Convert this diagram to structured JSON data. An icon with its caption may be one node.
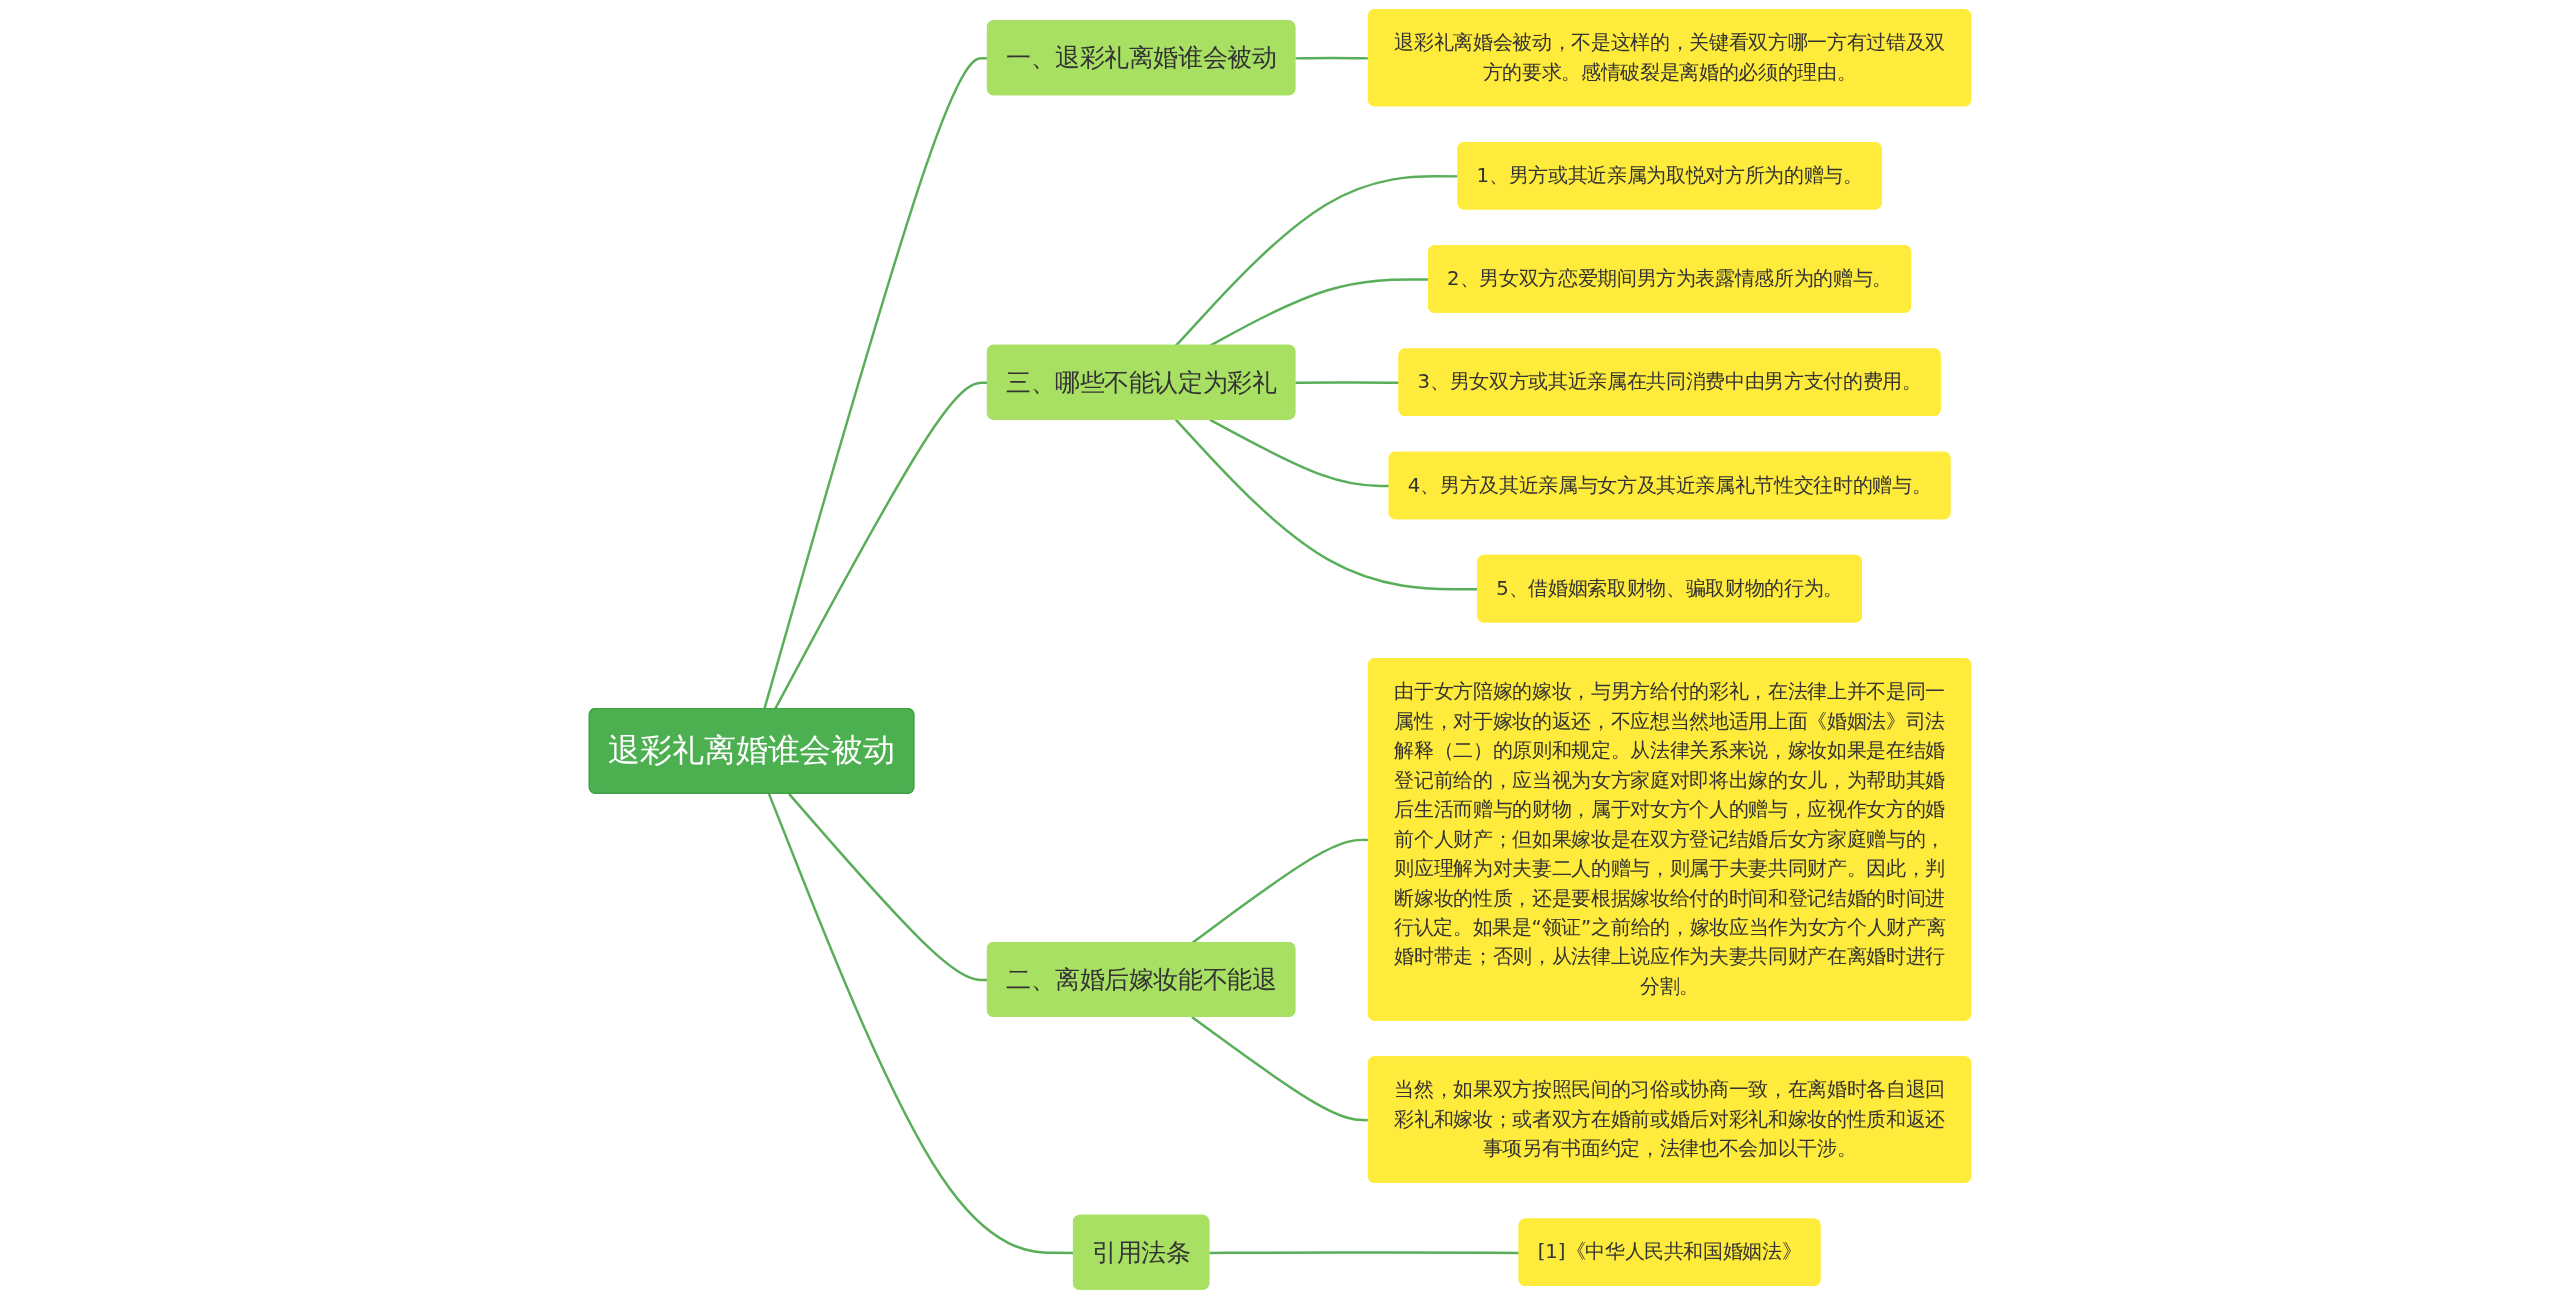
{
  "diagram": {
    "nodes": [
      {
        "text": [
          "退彩礼离婚谁会被动"
        ]
      },
      {
        "text": [
          "一、退彩礼离婚谁会被动"
        ]
      },
      {
        "text": [
          "退彩礼离婚会被动，不是这样的，关键看双方哪一方有过错及双方的要求。感情破裂是离婚的必须的理由。"
        ]
      },
      {
        "text": [
          "三、哪些不能认定为彩礼"
        ]
      },
      {
        "text": [
          "1、男方或其近亲属为取悦对方所为的赠与。"
        ]
      },
      {
        "text": [
          "2、男女双方恋爱期间男方为表露情感所为的赠与。"
        ]
      },
      {
        "text": [
          "3、男女双方或其近亲属在共同消费中由男方支付的费用。"
        ]
      },
      {
        "text": [
          "4、男方及其近亲属与女方及其近亲属礼节性交往时的赠与。"
        ]
      },
      {
        "text": [
          "5、借婚姻索取财物、骗取财物的行为。"
        ]
      },
      {
        "text": [
          "二、离婚后嫁妆能不能退"
        ]
      },
      {
        "text": [
          "由于女方陪嫁的嫁妆，与男方给付的彩礼，在法律上并不是同一属性，对于嫁妆的返还，不应想当然地适用上面《婚姻法》司法解释（二）的原则和规定。从法律关系来说，嫁妆如果是在结婚登记前给的，应当视为女方家庭对即将出嫁的女儿，为帮助其婚后生活而赠与的财物，属于对女方个人的赠与，应视作女方的婚前个人财产；但如果嫁妆是在双方登记结婚后女方家庭赠与的，则应理解为对夫妻二人的赠与，则属于夫妻共同财产。因此，判断嫁妆的性质，还是要根据嫁妆给付的时间和登记结婚的时间进行认定。如果是“领证”之前给的，嫁妆应当作为女方个人财产离婚时带走；否则，从法律上说应作为夫妻共同财产在离婚时进行分割。"
        ]
      },
      {
        "text": [
          "当然，如果双方按照民间的习俗或协商一致，在离婚时各自退回彩礼和嫁妆；或者双方在婚前或婚后对彩礼和嫁妆的性质和返还事项另有书面约定，法律也不会加以干涉。"
        ]
      },
      {
        "text": [
          "引用法条"
        ]
      },
      {
        "text": [
          "[1]《中华人民共和国婚姻法》"
        ]
      }
    ],
    "edges": [
      {
        "from": 0,
        "to": 1,
        "arrow": "none"
      },
      {
        "from": 1,
        "to": 2,
        "arrow": "none"
      },
      {
        "from": 0,
        "to": 3,
        "arrow": "none"
      },
      {
        "from": 3,
        "to": 4,
        "arrow": "none"
      },
      {
        "from": 3,
        "to": 5,
        "arrow": "none"
      },
      {
        "from": 3,
        "to": 6,
        "arrow": "none"
      },
      {
        "from": 3,
        "to": 7,
        "arrow": "none"
      },
      {
        "from": 3,
        "to": 8,
        "arrow": "none"
      },
      {
        "from": 0,
        "to": 9,
        "arrow": "none"
      },
      {
        "from": 9,
        "to": 10,
        "arrow": "none"
      },
      {
        "from": 9,
        "to": 11,
        "arrow": "none"
      },
      {
        "from": 0,
        "to": 12,
        "arrow": "none"
      },
      {
        "from": 12,
        "to": 13,
        "arrow": "none"
      }
    ]
  }
}
